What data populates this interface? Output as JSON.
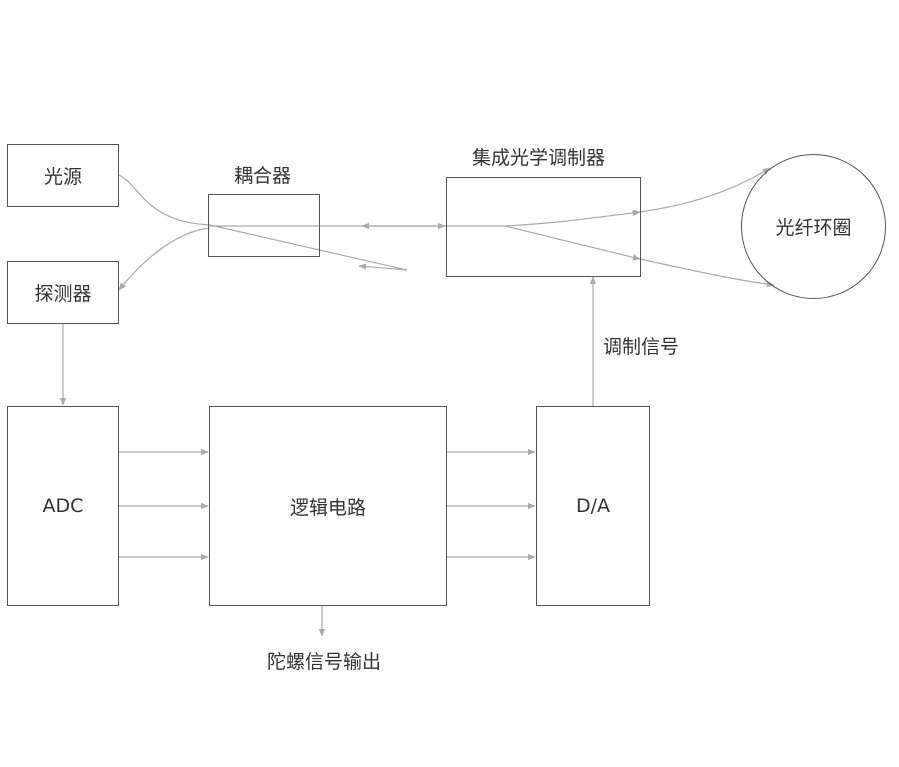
{
  "blocks": {
    "light_source": "光源",
    "detector": "探测器",
    "coupler": "",
    "ioc": "",
    "fiber_coil": "光纤环圈",
    "adc": "ADC",
    "logic": "逻辑电路",
    "da": "D/A"
  },
  "labels": {
    "coupler": "耦合器",
    "ioc": "集成光学调制器",
    "modulation_signal": "调制信号",
    "gyro_output": "陀螺信号输出"
  },
  "colors": {
    "box_border": "#555555",
    "wire": "#aaaaaa",
    "text": "#333333"
  }
}
